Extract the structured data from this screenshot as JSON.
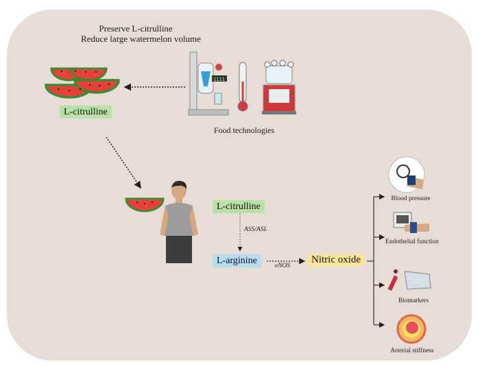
{
  "top_caption": [
    "Preserve L-citrulline",
    "Reduce large watermelon volume"
  ],
  "food_tech_label": "Food technologies",
  "watermelon_label": "L-citrulline",
  "pathway": {
    "citrulline": "L-citrulline",
    "enzyme_ass": "ASS/ASL",
    "arginine": "L-arginine",
    "enzyme_enos": "eNOS",
    "nitric_oxide": "Nitric oxide"
  },
  "outcomes": [
    "Blood pressure",
    "Endothelial function",
    "Biomarkers",
    "Arterial stiffness"
  ],
  "colors": {
    "panel": "#e7dcd6",
    "green_box": "#b9e0a5",
    "blue_box": "#b7dcf2",
    "yellow_box": "#fde49c",
    "watermelon_flesh": "#e8413c",
    "watermelon_rind": "#3d8b2e"
  }
}
